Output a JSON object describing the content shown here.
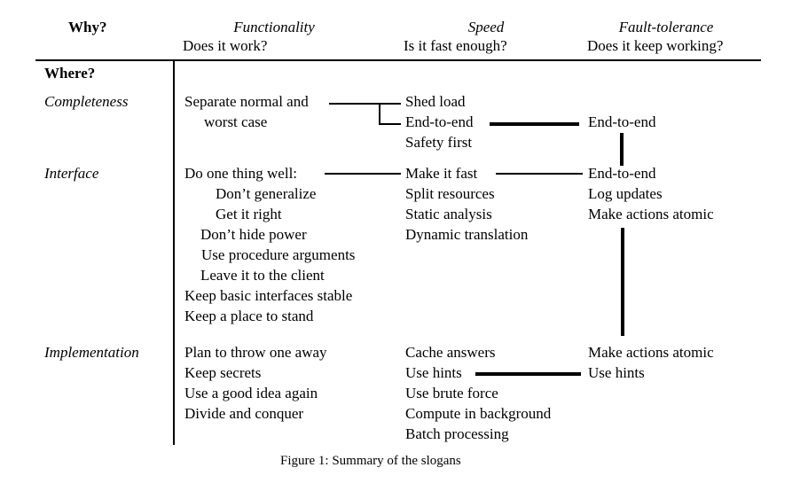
{
  "header": {
    "why": "Why?",
    "where": "Where?",
    "columns": [
      {
        "title": "Functionality",
        "question": "Does it work?"
      },
      {
        "title": "Speed",
        "question": "Is it fast enough?"
      },
      {
        "title": "Fault-tolerance",
        "question": "Does it keep working?"
      }
    ]
  },
  "rows": [
    {
      "label": "Completeness",
      "functionality": [
        "Separate normal and",
        "worst case"
      ],
      "speed": [
        "Shed load",
        "End-to-end",
        "Safety first"
      ],
      "fault": [
        "End-to-end"
      ]
    },
    {
      "label": "Interface",
      "functionality": [
        "Do one thing well:",
        "Don’t generalize",
        "Get it right",
        "Don’t hide power",
        "Use procedure arguments",
        "Leave it to the client",
        "Keep basic interfaces stable",
        "Keep a place to stand"
      ],
      "speed": [
        "Make it fast",
        "Split resources",
        "Static analysis",
        "Dynamic translation"
      ],
      "fault": [
        "End-to-end",
        "Log updates",
        "Make actions atomic"
      ]
    },
    {
      "label": "Implementation",
      "functionality": [
        "Plan to throw one away",
        "Keep secrets",
        "Use a good idea again",
        "Divide and conquer"
      ],
      "speed": [
        "Cache answers",
        "Use hints",
        "Use brute force",
        "Compute in background",
        "Batch processing"
      ],
      "fault": [
        "Make actions atomic",
        "Use hints"
      ]
    }
  ],
  "caption": "Figure 1: Summary of the slogans",
  "colors": {
    "text": "#000000",
    "background": "#ffffff",
    "line": "#000000"
  }
}
